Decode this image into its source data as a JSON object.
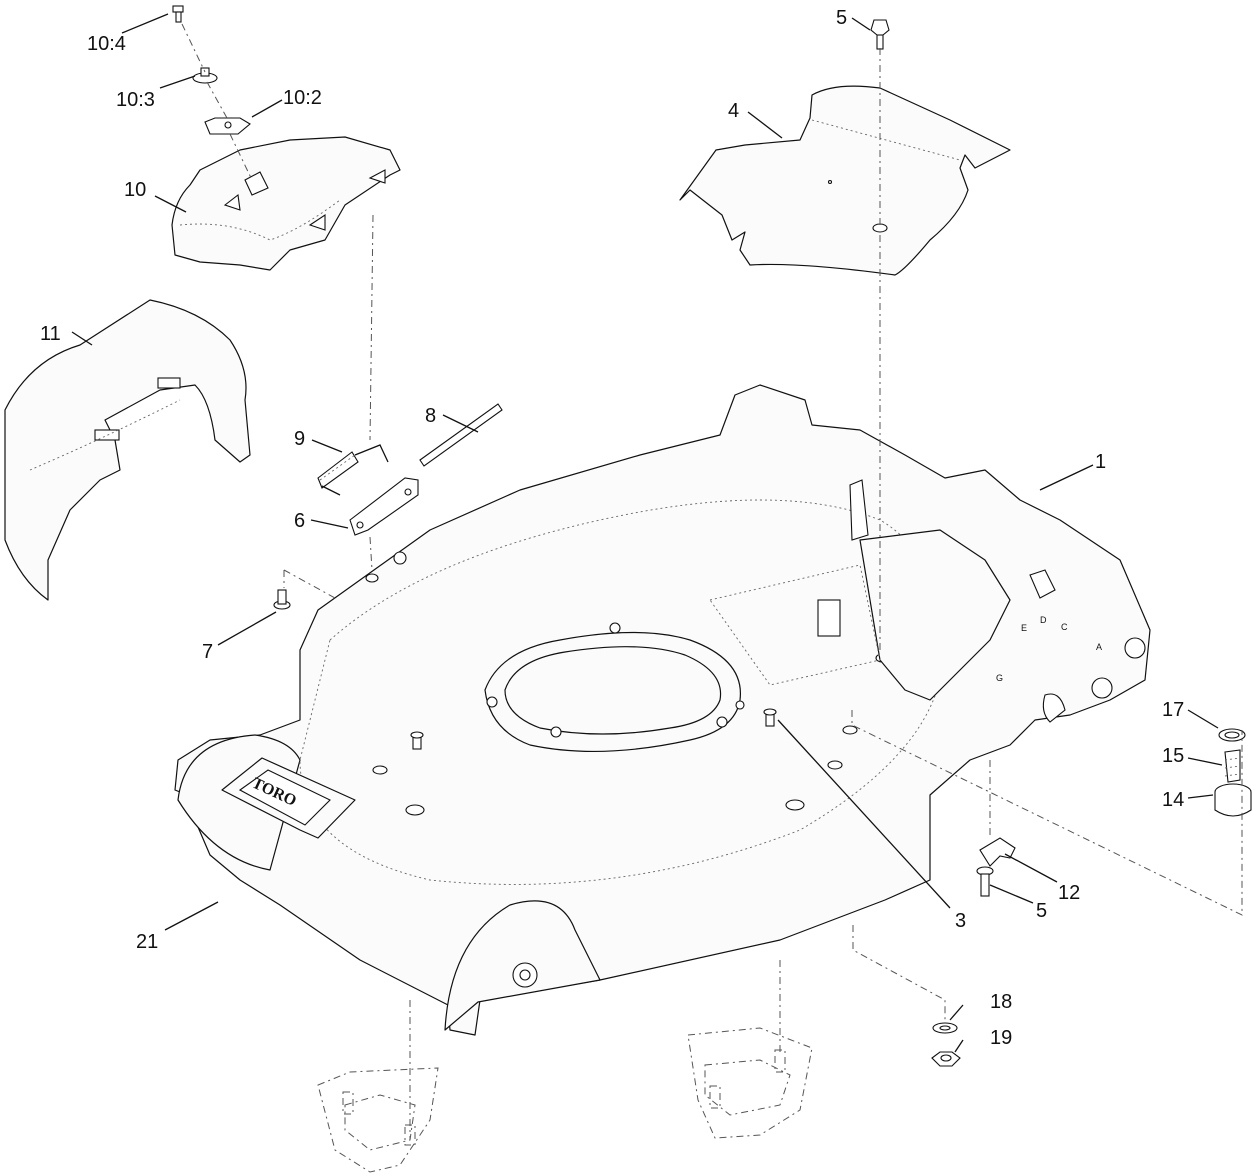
{
  "callouts": {
    "c10_4": "10:4",
    "c10_3": "10:3",
    "c10_2": "10:2",
    "c10": "10",
    "c11": "11",
    "c5_top": "5",
    "c4": "4",
    "c8": "8",
    "c9": "9",
    "c6": "6",
    "c1": "1",
    "c7": "7",
    "c17": "17",
    "c15": "15",
    "c14": "14",
    "c12": "12",
    "c5_bottom": "5",
    "c3": "3",
    "c21": "21",
    "c18": "18",
    "c19": "19"
  },
  "decal_text": "TORO",
  "height_scale": [
    "G",
    "E",
    "D",
    "C",
    "A"
  ]
}
